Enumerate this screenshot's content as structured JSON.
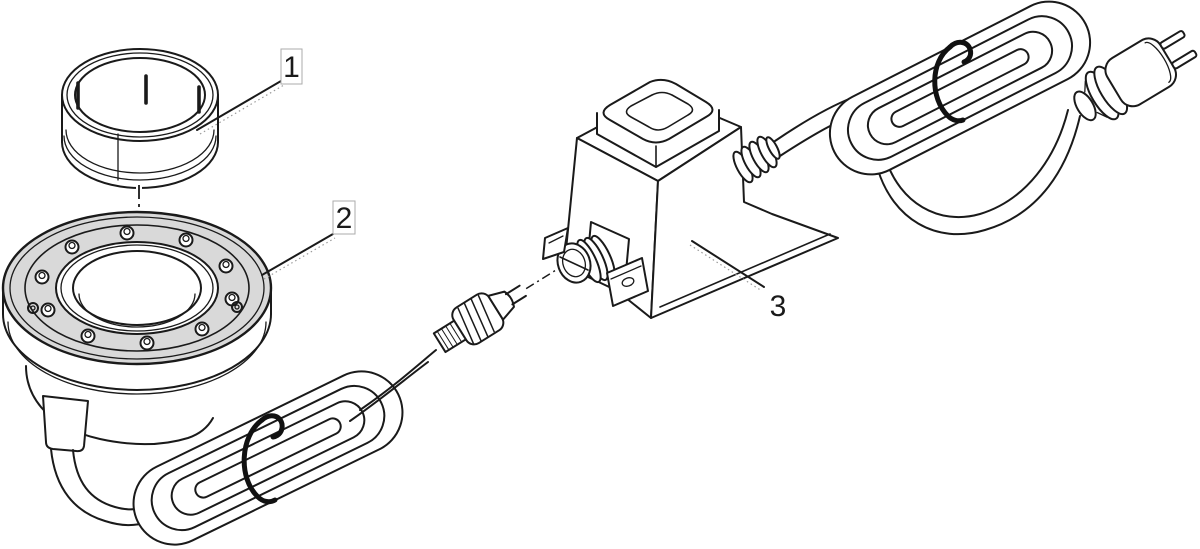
{
  "figure": {
    "kind": "exploded-parts-diagram",
    "background_color": "#ffffff",
    "line_color": "#1a1a1a",
    "shade_color": "#d9d9d9",
    "tie_color": "#111111",
    "callouts": [
      {
        "label": "1",
        "boxed": true
      },
      {
        "label": "2",
        "boxed": true
      },
      {
        "label": "3",
        "boxed": false
      }
    ]
  }
}
